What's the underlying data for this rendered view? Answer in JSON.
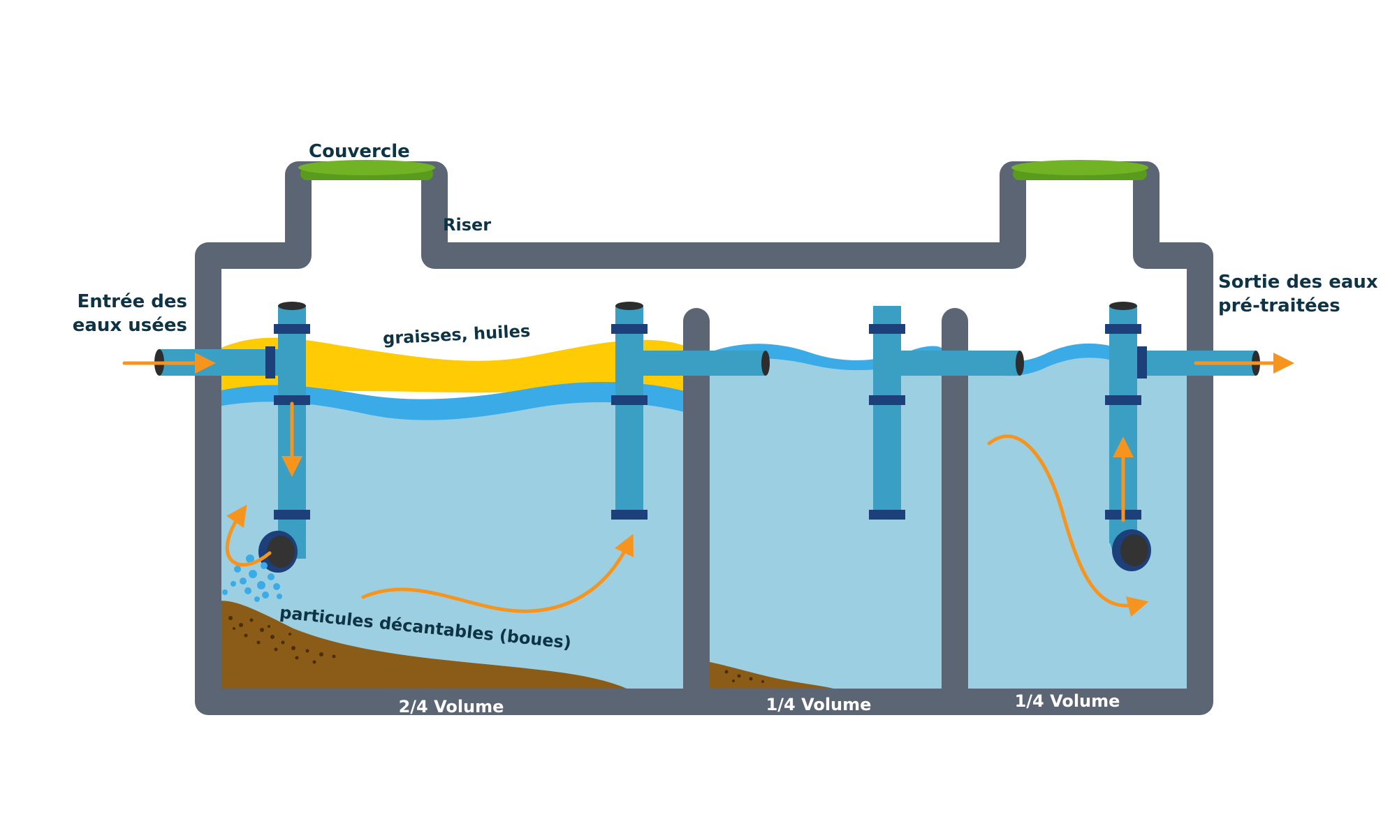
{
  "labels": {
    "lid": "Couvercle",
    "riser": "Riser",
    "inlet_line1": "Entrée des",
    "inlet_line2": "eaux usées",
    "outlet_line1": "Sortie des eaux",
    "outlet_line2": "pré-traitées",
    "grease": "graisses, huiles",
    "sludge": "particules décantables (boues)",
    "volume_first": "2/4 Volume",
    "volume_second": "1/4 Volume",
    "volume_third": "1/4 Volume"
  },
  "colors": {
    "tank_wall": "#5b6574",
    "water": "#9bcfe1",
    "water_surface": "#3aabe6",
    "grease_layer": "#ffcb05",
    "pipe": "#3a9fc2",
    "pipe_band": "#1d3f7a",
    "sludge": "#8b5c17",
    "lid": "#72b326",
    "flow_arrow": "#f7941d",
    "label_text": "#0e3345"
  },
  "icons": {
    "flow_arrow": "arrow-icon",
    "elbow_opening": "pipe-elbow-icon"
  }
}
